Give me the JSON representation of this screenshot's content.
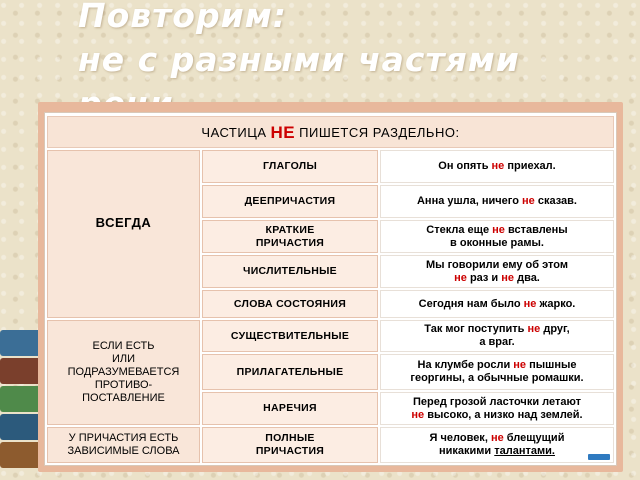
{
  "title": {
    "line1": "Повторим:",
    "line2": "не с разными частями",
    "line3": "речи"
  },
  "table": {
    "header_pre": "ЧАСТИЦА",
    "header_ne": "НЕ",
    "header_post": "ПИШЕТСЯ РАЗДЕЛЬНО:",
    "group_always": "ВСЕГДА",
    "group_contrast_1": "ЕСЛИ ЕСТЬ",
    "group_contrast_2": "ИЛИ",
    "group_contrast_3": "ПОДРАЗУМЕВАЕТСЯ",
    "group_contrast_4": "ПРОТИВО-",
    "group_contrast_5": "ПОСТАВЛЕНИЕ",
    "group_participle_1": "У ПРИЧАСТИЯ ЕСТЬ",
    "group_participle_2": "ЗАВИСИМЫЕ СЛОВА",
    "rows": [
      {
        "cat": "ГЛАГОЛЫ",
        "a": "Он опять",
        "ne": "не",
        "b": "приехал."
      },
      {
        "cat": "ДЕЕПРИЧАСТИЯ",
        "a": "Анна ушла, ничего",
        "ne": "не",
        "b": "сказав."
      },
      {
        "cat1": "КРАТКИЕ",
        "cat2": "ПРИЧАСТИЯ",
        "a": "Стекла еще",
        "ne": "не",
        "b": "вставлены",
        "c": "в оконные рамы."
      },
      {
        "cat": "ЧИСЛИТЕЛЬНЫЕ",
        "a": "Мы говорили ему об этом",
        "ne": "не",
        "b": "раз и",
        "ne2": "не",
        "c": "два."
      },
      {
        "cat": "СЛОВА СОСТОЯНИЯ",
        "a": "Сегодня нам было",
        "ne": "не",
        "b": "жарко."
      },
      {
        "cat": "СУЩЕСТВИТЕЛЬНЫЕ",
        "a": "Так мог поступить",
        "ne": "не",
        "b": "друг,",
        "c": "а враг."
      },
      {
        "cat": "ПРИЛАГАТЕЛЬНЫЕ",
        "a": "На клумбе росли",
        "ne": "не",
        "b": "пышные",
        "c": "георгины, а обычные ромашки."
      },
      {
        "cat": "НАРЕЧИЯ",
        "a": "Перед грозой ласточки летают",
        "ne": "не",
        "b": "высоко, а низко над землей."
      },
      {
        "cat1": "ПОЛНЫЕ",
        "cat2": "ПРИЧАСТИЯ",
        "a": "Я человек,",
        "ne": "не",
        "b": "блещущий",
        "c": "никакими",
        "d": "талантами."
      }
    ]
  },
  "colors": {
    "accent": "#cc0000",
    "panel": "#e8b89c",
    "label_bg": "#f9e6d9"
  }
}
